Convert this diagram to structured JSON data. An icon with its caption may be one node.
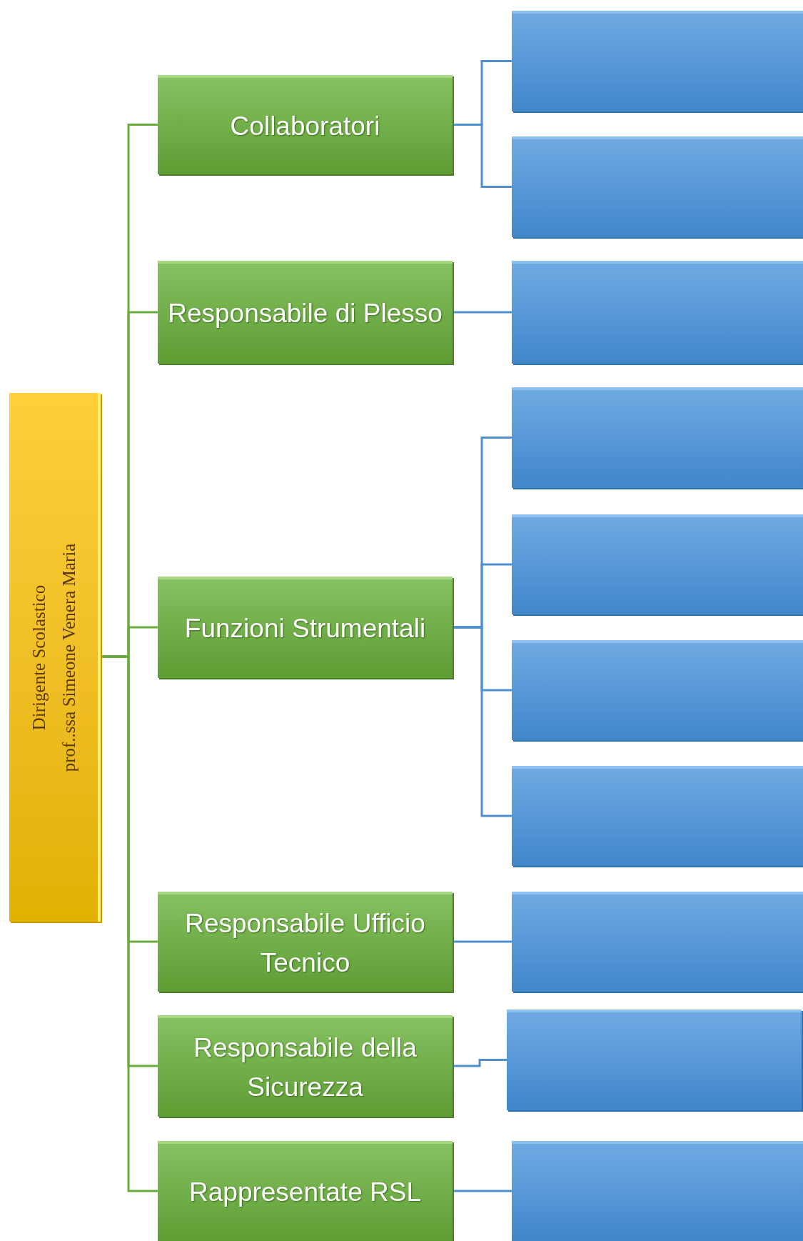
{
  "diagram": {
    "nodes": [
      {
        "text": [
          "Dirigente Scolastico",
          "prof..ssa Simeone Venera Maria"
        ]
      },
      {
        "text": [
          "Collaboratori"
        ]
      },
      {
        "text": [],
        "shape": "box"
      },
      {
        "text": [],
        "shape": "box"
      },
      {
        "text": [
          "Responsabile di Plesso"
        ]
      },
      {
        "text": [],
        "shape": "box"
      },
      {
        "text": [
          "Funzioni Strumentali"
        ]
      },
      {
        "text": [],
        "shape": "box"
      },
      {
        "text": [],
        "shape": "box"
      },
      {
        "text": [],
        "shape": "box"
      },
      {
        "text": [],
        "shape": "box"
      },
      {
        "text": [
          "Responsabile Ufficio Tecnico"
        ]
      },
      {
        "text": [],
        "shape": "box"
      },
      {
        "text": [
          "Responsabile della Sicurezza"
        ]
      },
      {
        "text": [],
        "shape": "box"
      },
      {
        "text": [
          "Rappresentate RSL"
        ]
      },
      {
        "text": [],
        "shape": "box"
      }
    ],
    "edges": [
      {
        "from": 0,
        "to": 1,
        "arrow": "none",
        "color": "#6aab3e"
      },
      {
        "from": 0,
        "to": 4,
        "arrow": "none",
        "color": "#6aab3e"
      },
      {
        "from": 0,
        "to": 6,
        "arrow": "none",
        "color": "#6aab3e"
      },
      {
        "from": 0,
        "to": 11,
        "arrow": "none",
        "color": "#6aab3e"
      },
      {
        "from": 0,
        "to": 13,
        "arrow": "none",
        "color": "#6aab3e"
      },
      {
        "from": 0,
        "to": 15,
        "arrow": "none",
        "color": "#6aab3e"
      },
      {
        "from": 1,
        "to": 2,
        "arrow": "none"
      },
      {
        "from": 1,
        "to": 3,
        "arrow": "none"
      },
      {
        "from": 4,
        "to": 5,
        "arrow": "none"
      },
      {
        "from": 6,
        "to": 7,
        "arrow": "none"
      },
      {
        "from": 6,
        "to": 8,
        "arrow": "none"
      },
      {
        "from": 6,
        "to": 9,
        "arrow": "none"
      },
      {
        "from": 6,
        "to": 10,
        "arrow": "none"
      },
      {
        "from": 11,
        "to": 12,
        "arrow": "none"
      },
      {
        "from": 13,
        "to": 14,
        "arrow": "none"
      },
      {
        "from": 15,
        "to": 16,
        "arrow": "none"
      }
    ]
  }
}
